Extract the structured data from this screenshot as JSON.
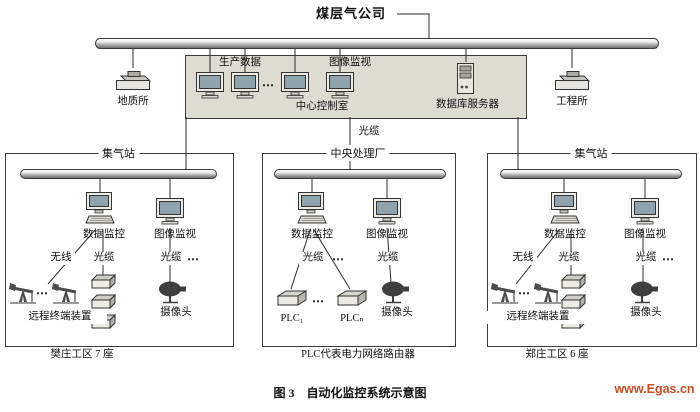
{
  "company": "煤层气公司",
  "ellipsis": "⋯",
  "cable": "光缆",
  "offices": {
    "left": "地质所",
    "right": "工程所"
  },
  "control_room": {
    "production_data": "生产数据",
    "image_monitor": "图像监视",
    "name": "中心控制室",
    "db_server": "数据库服务器"
  },
  "groups": [
    {
      "title": "集气站",
      "data_monitor": "数据监控",
      "image_monitor": "图像监视",
      "wireless": "无线",
      "cable_a": "光缆",
      "cable_b": "光缆",
      "rtu": "远程终端装置",
      "camera": "摄像头",
      "footer": "樊庄工区 7 座"
    },
    {
      "title": "中央处理厂",
      "data_monitor": "数据监控",
      "image_monitor": "图像监视",
      "cable_a": "光缆",
      "cable_b": "光缆",
      "plc_1": "PLC₁",
      "plc_n": "PLCₙ",
      "camera": "摄像头",
      "footer": "PLC代表电力网络路由器"
    },
    {
      "title": "集气站",
      "data_monitor": "数据监控",
      "image_monitor": "图像监视",
      "wireless": "无线",
      "cable_a": "光缆",
      "cable_b": "光缆",
      "rtu": "远程终端装置",
      "camera": "摄像头",
      "footer": "郑庄工区 6 座"
    }
  ],
  "caption": "图 3　自动化监控系统示意图",
  "watermark": "www.Egas.cn"
}
